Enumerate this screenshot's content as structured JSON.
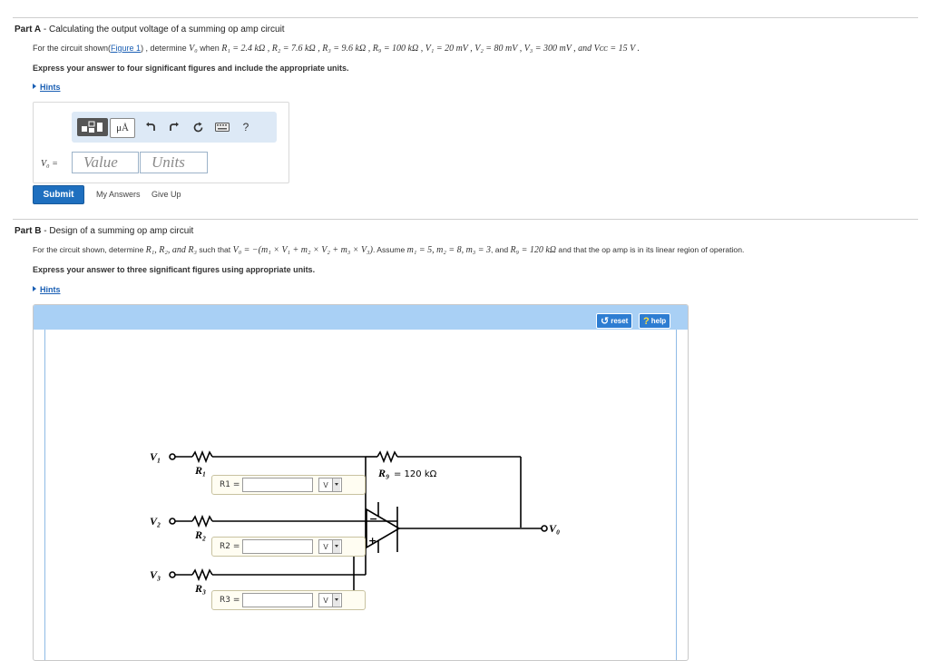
{
  "partA": {
    "label": "Part A",
    "title": "Calculating the output voltage of a summing op amp circuit",
    "q_prefix": "For the circuit shown(",
    "figure_link": "Figure 1",
    "q_mid": ") , determine ",
    "q_var": "V₀",
    "q_when": " when ",
    "params": "R₁ = 2.4 kΩ , R₂ = 7.6 kΩ , R₃ = 9.6 kΩ , R₉ = 100 kΩ , V₁ = 20 mV , V₂ = 80 mV , V₃ = 300 mV , and Vᴄᴄ = 15 V .",
    "instruction": "Express your answer to four significant figures and include the appropriate units.",
    "hints": "Hints",
    "toolbar": {
      "mu": "μÅ",
      "help": "?"
    },
    "vo_label": "V₀ =",
    "value_placeholder": "Value",
    "units_placeholder": "Units",
    "submit": "Submit",
    "my_answers": "My Answers",
    "give_up": "Give Up"
  },
  "partB": {
    "label": "Part B",
    "title": "Design of a summing op amp circuit",
    "q_prefix": "For the circuit shown, determine ",
    "q_rs": "R₁, R₂, and R₃",
    "q_such": " such that ",
    "q_eq": "V₀ = −(m₁ × V₁ + m₂ × V₂ + m₃ × V₃)",
    "q_assume": ". Assume ",
    "q_vals": "m₁ = 5, m₂ = 8, m₃ = 3",
    "q_and": ", and ",
    "q_rf": "R₉ = 120 kΩ",
    "q_tail": " and that the op amp is in its linear region of operation.",
    "instruction": "Express your answer to three significant figures using appropriate units.",
    "hints": "Hints",
    "reset": "reset",
    "help": "help",
    "circuit": {
      "v1": "V₁",
      "v2": "V₂",
      "v3": "V₃",
      "r1": "R₁",
      "r2": "R₂",
      "r3": "R₃",
      "rf": "R₉",
      "rf_value": "= 120 kΩ",
      "vo": "V₀",
      "minus": "−",
      "plus": "+"
    },
    "fields": [
      {
        "label": "R1 =",
        "unit": "V"
      },
      {
        "label": "R2 =",
        "unit": "V"
      },
      {
        "label": "R3 =",
        "unit": "V"
      }
    ]
  }
}
